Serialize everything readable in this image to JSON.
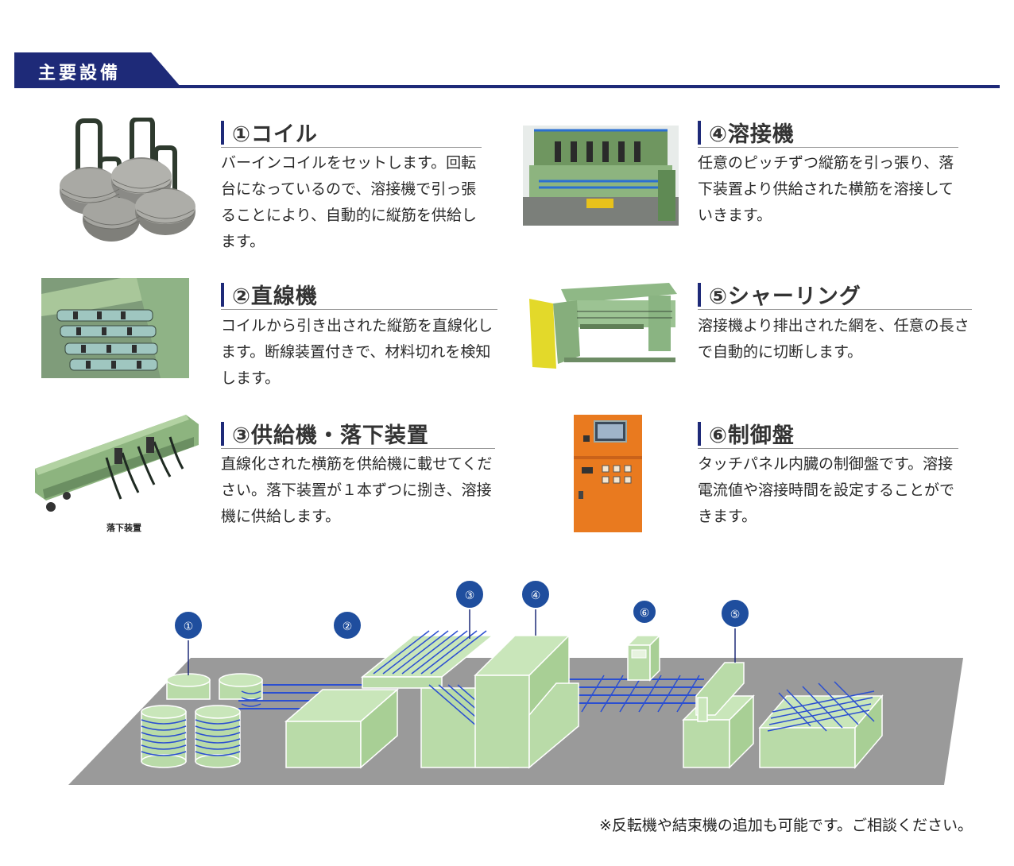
{
  "header": {
    "title": "主要設備"
  },
  "items": [
    {
      "title": "①コイル",
      "desc": "バーインコイルをセットします。回転台になっているので、溶接機で引っ張ることにより、自動的に縦筋を供給します。"
    },
    {
      "title": "②直線機",
      "desc": "コイルから引き出された縦筋を直線化します。断線装置付きで、材料切れを検知します。"
    },
    {
      "title": "③供給機・落下装置",
      "desc": "直線化された横筋を供給機に載せてください。落下装置が１本ずつに捌き、溶接機に供給します。",
      "photo_caption": "落下装置"
    },
    {
      "title": "④溶接機",
      "desc": "任意のピッチずつ縦筋を引っ張り、落下装置より供給された横筋を溶接していきます。"
    },
    {
      "title": "⑤シャーリング",
      "desc": "溶接機より排出された網を、任意の長さで自動的に切断します。"
    },
    {
      "title": "⑥制御盤",
      "desc": "タッチパネル内臓の制御盤です。溶接電流値や溶接時間を設定することができます。"
    }
  ],
  "diagram": {
    "markers": [
      "①",
      "②",
      "③",
      "④",
      "⑥",
      "⑤"
    ]
  },
  "footnote": "※反転機や結束機の追加も可能です。ご相談ください。",
  "colors": {
    "navy": "#1e2a78",
    "machine_green": "#b9dba8",
    "floor_gray": "#9a9a9a",
    "wire_blue": "#2b4fd1",
    "panel_orange": "#e97a1f"
  }
}
